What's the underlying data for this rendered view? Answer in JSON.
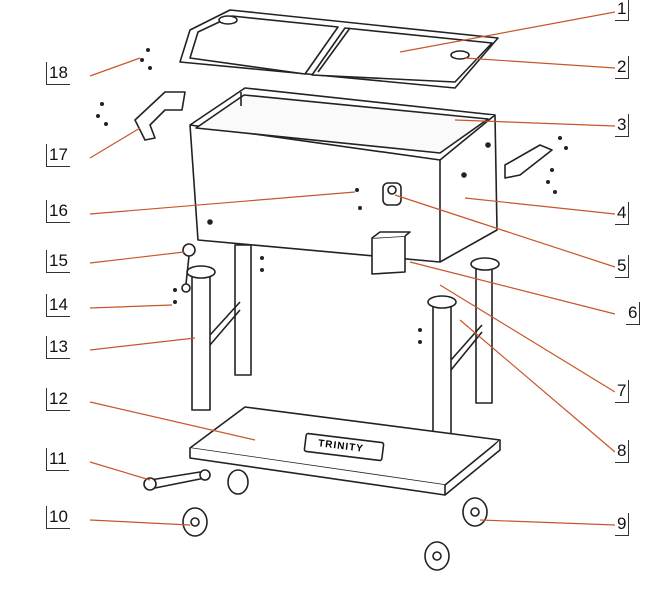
{
  "diagram": {
    "callouts": [
      "1",
      "2",
      "3",
      "4",
      "5",
      "6",
      "7",
      "8",
      "9",
      "10",
      "11",
      "12",
      "13",
      "14",
      "15",
      "16",
      "17",
      "18"
    ],
    "tray_brand": "TRINITY",
    "colors": {
      "leader": "#c8562a",
      "line": "#222222",
      "fill": "#ffffff"
    }
  }
}
